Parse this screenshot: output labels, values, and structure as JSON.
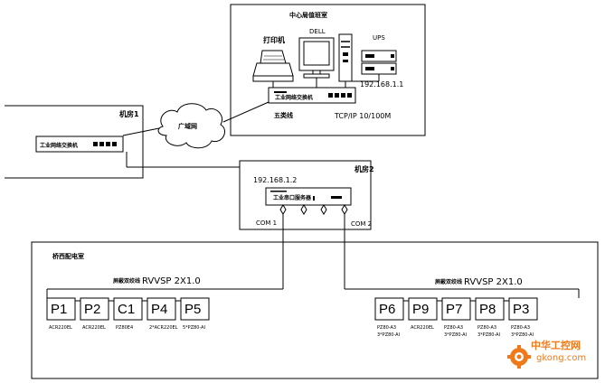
{
  "control_room": {
    "title": "中心局值班室",
    "printer_label": "打印机",
    "pc_label": "DELL",
    "ups_label": "UPS",
    "ip": "192.168.1.1",
    "switch_label": "工业网络交换机",
    "cable_label": "五类线",
    "protocol": "TCP/IP  10/100M"
  },
  "room1": {
    "title": "机房1",
    "switch_label": "工业网络交换机"
  },
  "wan_label": "广域网",
  "room2": {
    "title": "机房2",
    "ip": "192.168.1.2",
    "server_label": "工业串口服务器",
    "com1": "COM 1",
    "com2": "COM 2"
  },
  "substation": {
    "title": "桥西配电室",
    "left_cable_prefix": "屏蔽双绞线",
    "left_cable_spec": "RVVSP  2X1.0",
    "right_cable_prefix": "屏蔽双绞线",
    "right_cable_spec": "RVVSP  2X1.0",
    "left_meters": [
      {
        "id": "P1",
        "model": [
          "ACR220EL"
        ]
      },
      {
        "id": "P2",
        "model": [
          "ACR220EL"
        ]
      },
      {
        "id": "C1",
        "model": [
          "PZ80E4"
        ]
      },
      {
        "id": "P4",
        "model": [
          "2*ACR220EL"
        ]
      },
      {
        "id": "P5",
        "model": [
          "5*PZ80-AI"
        ]
      }
    ],
    "right_meters": [
      {
        "id": "P6",
        "model": [
          "PZ80-A3",
          "3*PZ80-AI"
        ]
      },
      {
        "id": "P9",
        "model": [
          "ACR220EL"
        ]
      },
      {
        "id": "P7",
        "model": [
          "PZ80-A3",
          "3*PZ80-AI"
        ]
      },
      {
        "id": "P8",
        "model": [
          "PZ80-A3",
          "3*PZ80-AI"
        ]
      },
      {
        "id": "P3",
        "model": [
          "PZ80-A3",
          "3*PZ80-AI"
        ]
      }
    ]
  },
  "watermark": {
    "brand": "中华工控网",
    "url": "gkong.com",
    "color": "#f07a1a"
  }
}
